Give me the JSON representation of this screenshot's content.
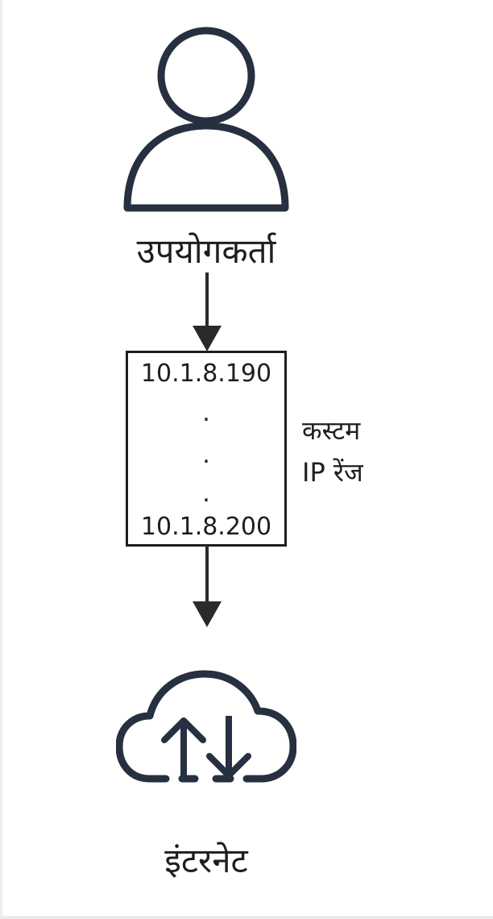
{
  "nodes": {
    "user": {
      "label": "उपयोगकर्ता",
      "icon": "user-icon"
    },
    "ip_range": {
      "start_ip": "10.1.8.190",
      "ellipsis": [
        ".",
        ".",
        "."
      ],
      "end_ip": "10.1.8.200",
      "side_label_line1": "कस्टम",
      "side_label_line2": "IP रेंज"
    },
    "internet": {
      "label": "इंटरनेट",
      "icon": "cloud-upload-download-icon"
    }
  },
  "edges": [
    {
      "from": "user",
      "to": "ip_range"
    },
    {
      "from": "ip_range",
      "to": "internet"
    }
  ],
  "colors": {
    "stroke": "#263040",
    "text": "#1e1e1e",
    "background": "#ffffff"
  }
}
